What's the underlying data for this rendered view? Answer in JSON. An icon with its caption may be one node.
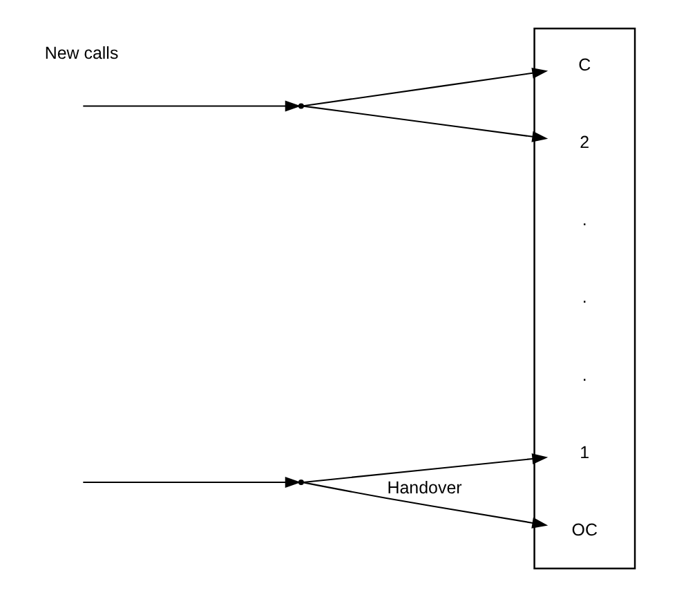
{
  "diagram": {
    "nodes": [
      {
        "text": [],
        "shape": "box"
      },
      {
        "text": [
          "C"
        ],
        "in": 0
      },
      {
        "text": [
          "."
        ],
        "in": 0
      },
      {
        "text": [
          "OC"
        ],
        "in": 0
      },
      {
        "text": [
          "."
        ],
        "in": 0
      },
      {
        "text": [
          "."
        ],
        "in": 0
      },
      {
        "text": [
          "2"
        ],
        "in": 0
      },
      {
        "text": [
          "1"
        ],
        "in": 0
      },
      {
        "text": [],
        "shape": "point"
      },
      {
        "text": [],
        "shape": "point"
      }
    ],
    "edges": [
      {
        "from": null,
        "to": 8,
        "arrow": "to"
      },
      {
        "from": null,
        "to": 9,
        "arrow": "to"
      },
      {
        "from": 8,
        "to": 1,
        "arrow": "to"
      },
      {
        "from": 8,
        "to": 6,
        "arrow": "to"
      },
      {
        "from": 9,
        "to": 3,
        "arrow": "to",
        "label": "Handover"
      },
      {
        "from": 9,
        "to": 7,
        "arrow": "to"
      }
    ],
    "labels": [
      "New calls"
    ]
  }
}
